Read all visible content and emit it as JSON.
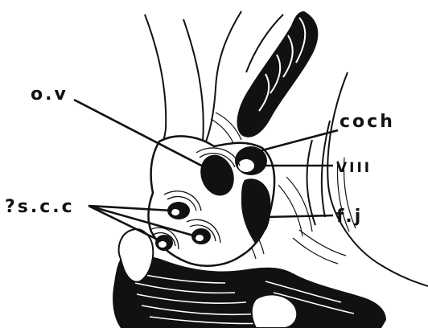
{
  "figure": {
    "labels": {
      "ov": "o.v",
      "coch": "coch",
      "viii": "VIII",
      "fj": "f.j",
      "scc": "?s.c.c"
    }
  }
}
